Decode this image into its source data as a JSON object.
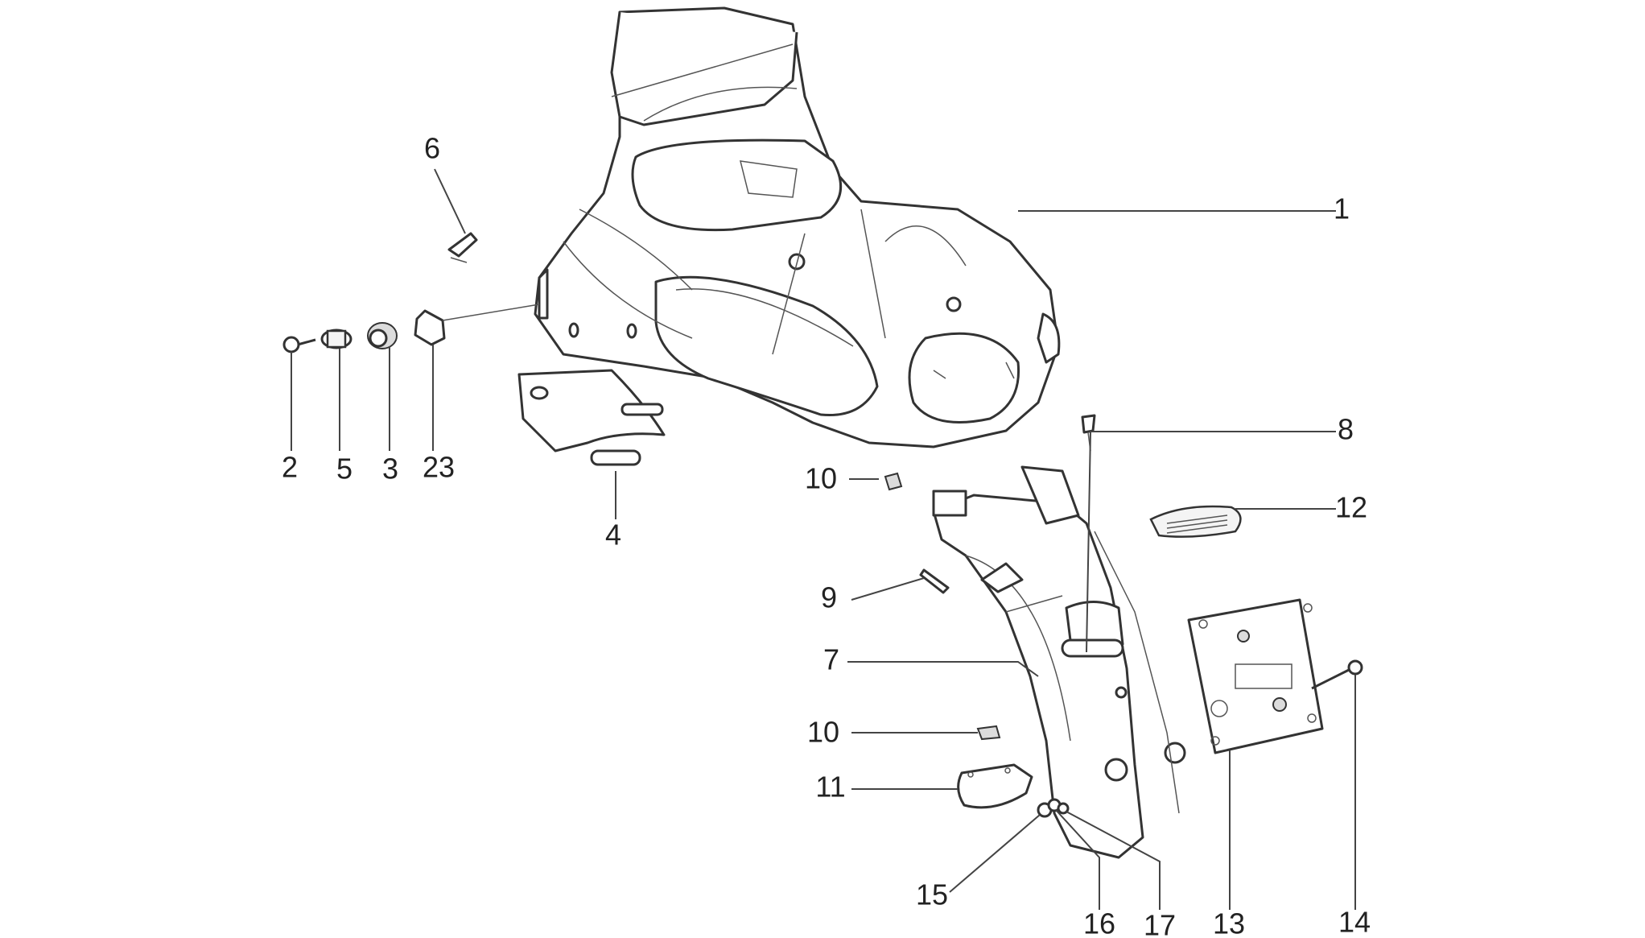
{
  "diagram": {
    "callouts": [
      {
        "id": "1",
        "label": "1"
      },
      {
        "id": "2",
        "label": "2"
      },
      {
        "id": "3",
        "label": "3"
      },
      {
        "id": "4",
        "label": "4"
      },
      {
        "id": "5",
        "label": "5"
      },
      {
        "id": "6",
        "label": "6"
      },
      {
        "id": "7",
        "label": "7"
      },
      {
        "id": "8",
        "label": "8"
      },
      {
        "id": "9",
        "label": "9"
      },
      {
        "id": "10a",
        "label": "10"
      },
      {
        "id": "10b",
        "label": "10"
      },
      {
        "id": "11",
        "label": "11"
      },
      {
        "id": "12",
        "label": "12"
      },
      {
        "id": "13",
        "label": "13"
      },
      {
        "id": "14",
        "label": "14"
      },
      {
        "id": "15",
        "label": "15"
      },
      {
        "id": "16",
        "label": "16"
      },
      {
        "id": "17",
        "label": "17"
      },
      {
        "id": "23",
        "label": "23"
      }
    ]
  }
}
